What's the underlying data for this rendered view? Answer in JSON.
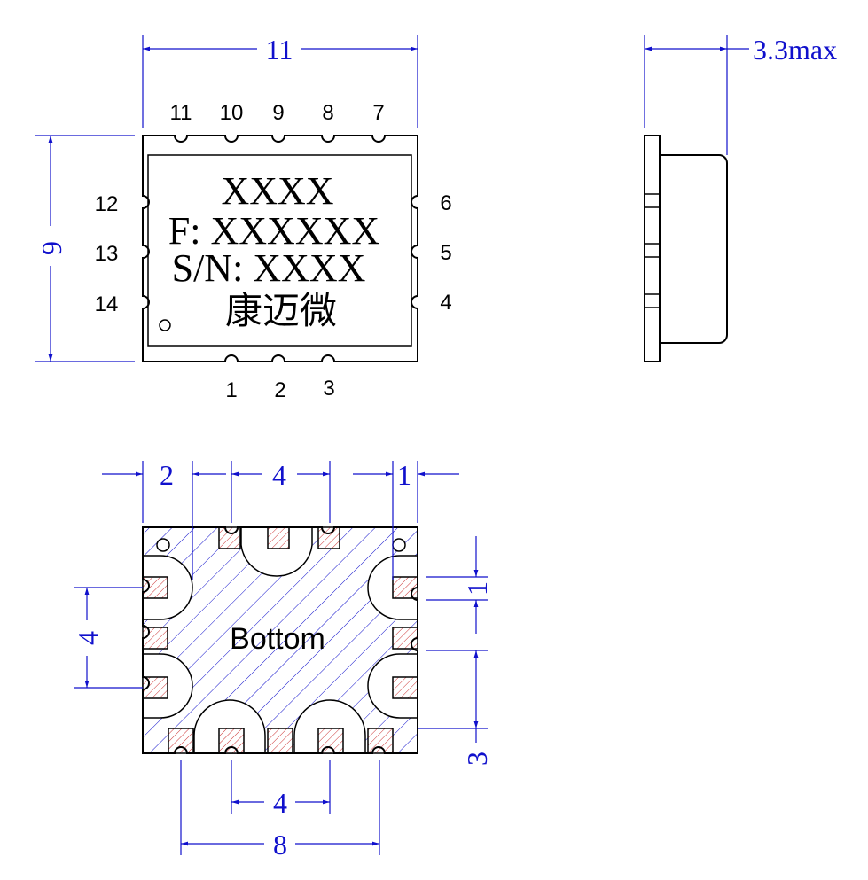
{
  "colors": {
    "outline": "#000000",
    "dimension": "#1010cc",
    "pad_hatch": "#cc3333",
    "body_hatch": "#1010cc"
  },
  "top_view": {
    "width_dim": "11",
    "height_dim": "9",
    "pins_top": [
      "11",
      "10",
      "9",
      "8",
      "7"
    ],
    "pins_left": [
      "12",
      "13",
      "14"
    ],
    "pins_right": [
      "6",
      "5",
      "4"
    ],
    "pins_bottom": [
      "1",
      "2",
      "3"
    ],
    "marking": {
      "line1": "XXXX",
      "line2": "F: XXXXXX",
      "line3": "S/N: XXXX",
      "line4": "康迈微"
    }
  },
  "side_view": {
    "height_dim": "3.3max"
  },
  "bottom_view": {
    "label": "Bottom",
    "dim_top_left": "2",
    "dim_top_mid": "4",
    "dim_top_right": "1",
    "dim_left": "4",
    "dim_right_small": "1",
    "dim_right_large": "3",
    "dim_bottom_inner": "4",
    "dim_bottom_outer": "8"
  }
}
